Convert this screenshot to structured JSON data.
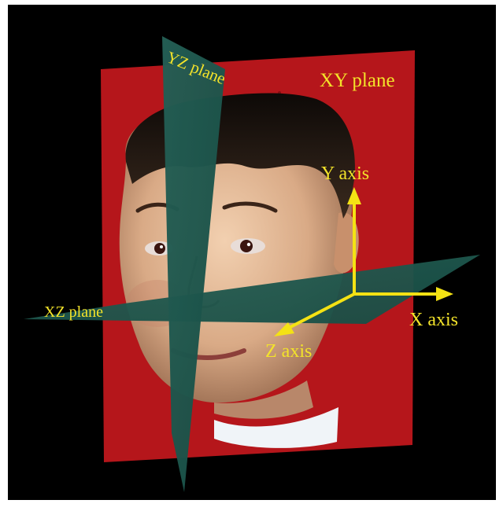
{
  "labels": {
    "yz_plane": "YZ plane",
    "xy_plane": "XY plane",
    "xz_plane": "XZ plane",
    "y_axis": "Y axis",
    "x_axis": "X axis",
    "z_axis": "Z axis"
  },
  "colors": {
    "background": "#000000",
    "xy_plane": "#b5161b",
    "sagittal_planes": "#1f5b50",
    "label_text": "#f3e32a",
    "axis_arrows": "#f4e214",
    "skin": "#d8ab89",
    "hair": "#20170f",
    "collar": "#f0f4f8"
  },
  "icons": {
    "face_model": "3d-face-scan-illustration"
  }
}
